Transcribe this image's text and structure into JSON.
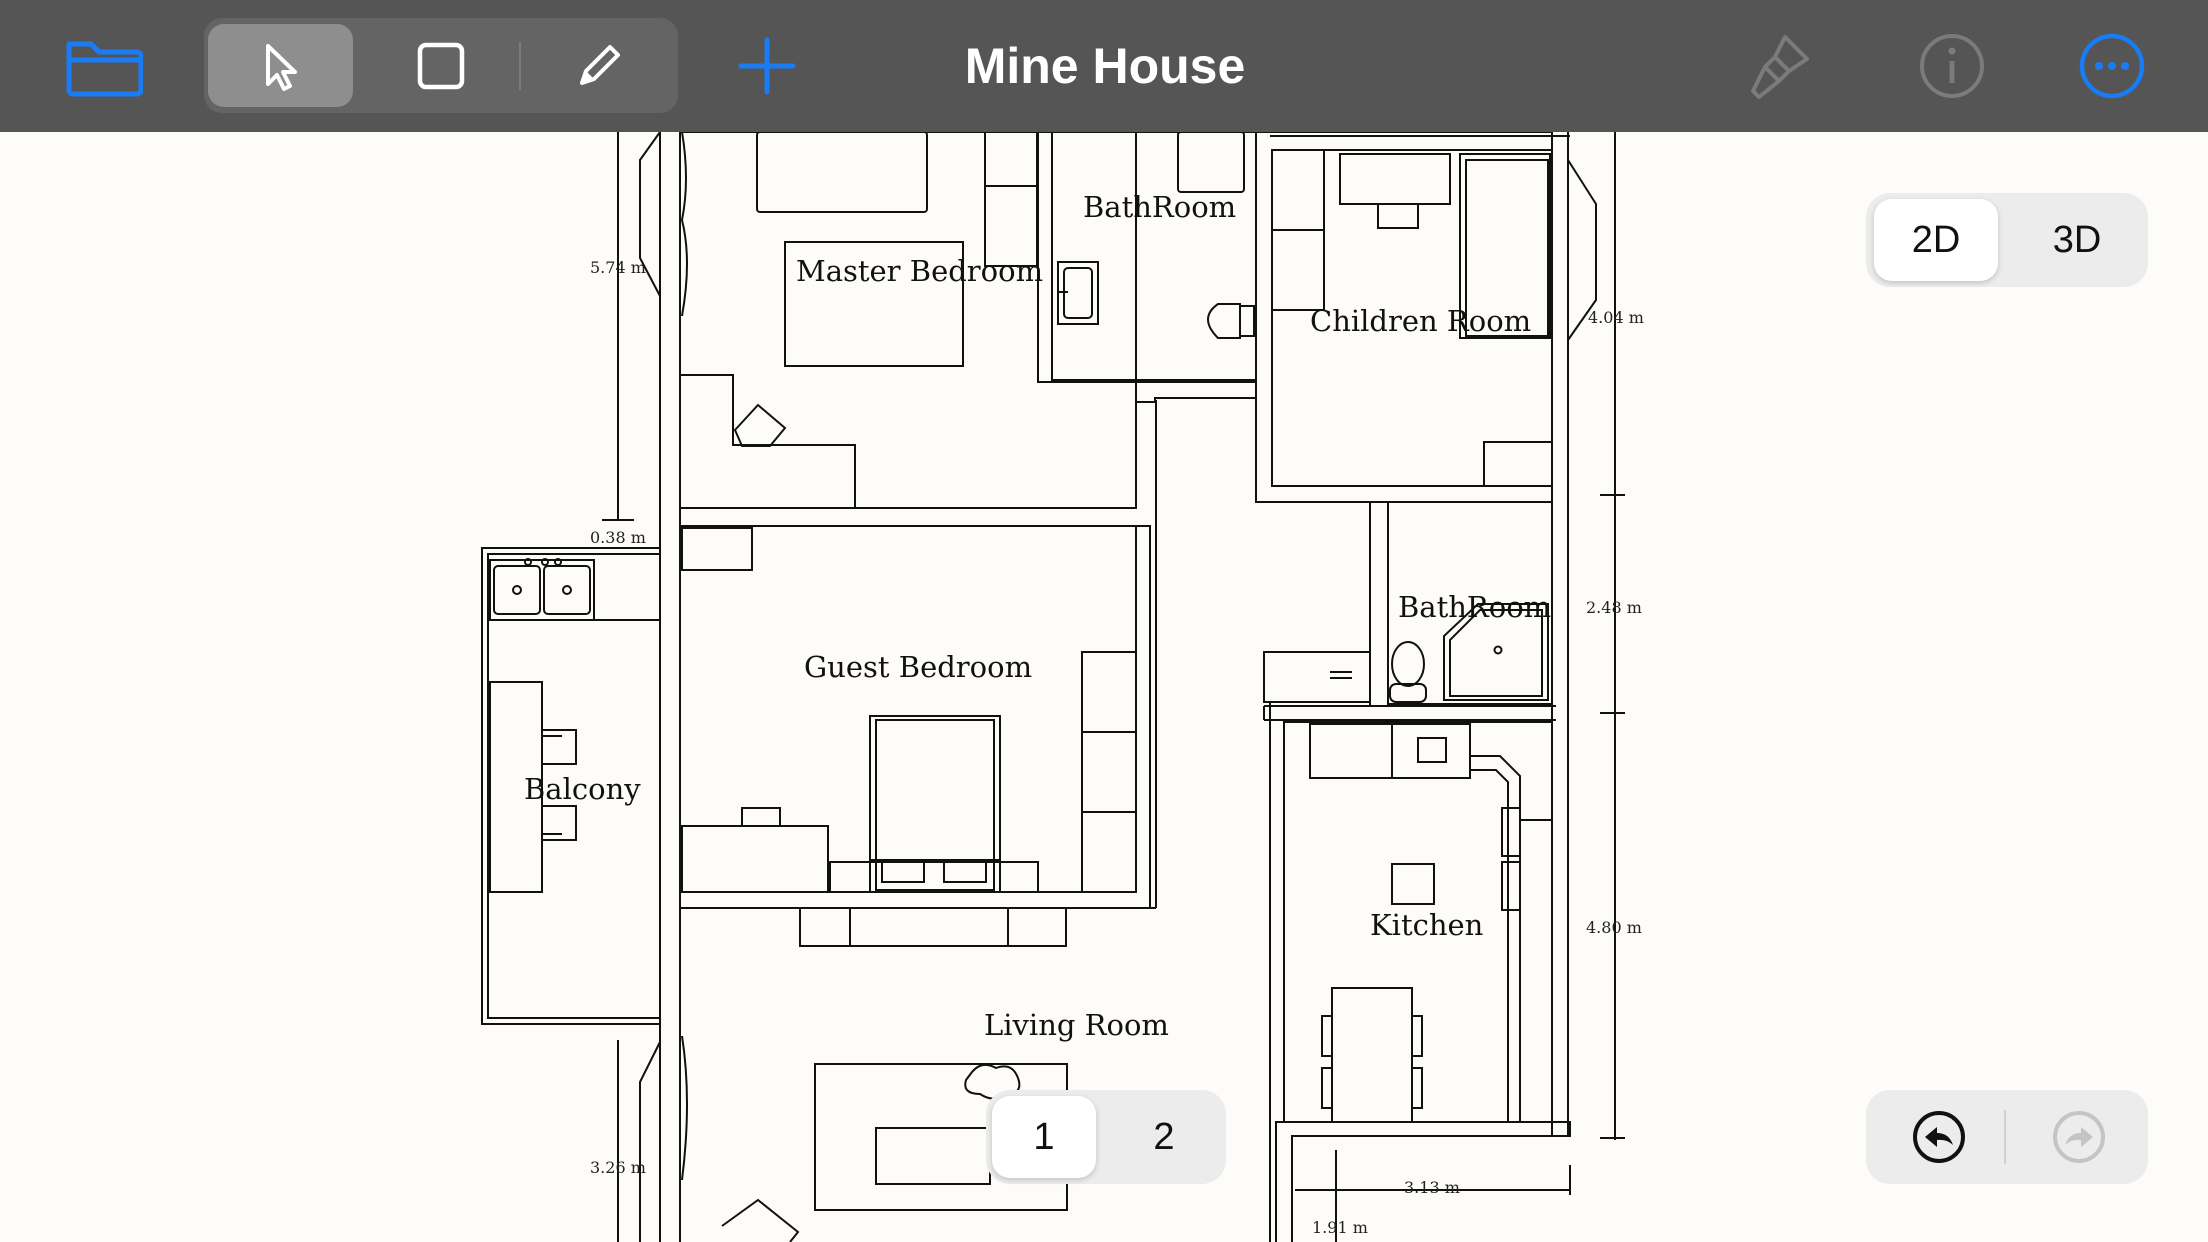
{
  "app": {
    "title": "Mine House",
    "toolbar": {
      "folder_icon": "folder-icon",
      "tools": [
        "select-arrow-icon",
        "rectangle-icon",
        "pencil-icon"
      ],
      "add_icon": "plus-icon",
      "right_icons": [
        "paintbrush-icon",
        "info-icon",
        "more-icon"
      ]
    }
  },
  "view_toggle": {
    "options": [
      "2D",
      "3D"
    ],
    "selected": "2D"
  },
  "floor_toggle": {
    "options": [
      "1",
      "2"
    ],
    "selected": "1"
  },
  "rooms": {
    "master_bedroom": "Master Bedroom",
    "bathroom_top": "BathRoom",
    "children_room": "Children Room",
    "guest_bedroom": "Guest Bedroom",
    "bathroom_mid": "BathRoom",
    "balcony": "Balcony",
    "kitchen": "Kitchen",
    "living_room": "Living Room"
  },
  "dimensions": {
    "d1": "5.74 m",
    "d2": "0.38 m",
    "d3": "4.04 m",
    "d4": "2.48 m",
    "d5": "4.80 m",
    "d6": "3.26 m",
    "d7": "3.13 m",
    "d8": "1.91 m"
  },
  "colors": {
    "accent": "#1a7cf5",
    "toolbar": "#555555",
    "canvas": "#fdfcf8"
  }
}
